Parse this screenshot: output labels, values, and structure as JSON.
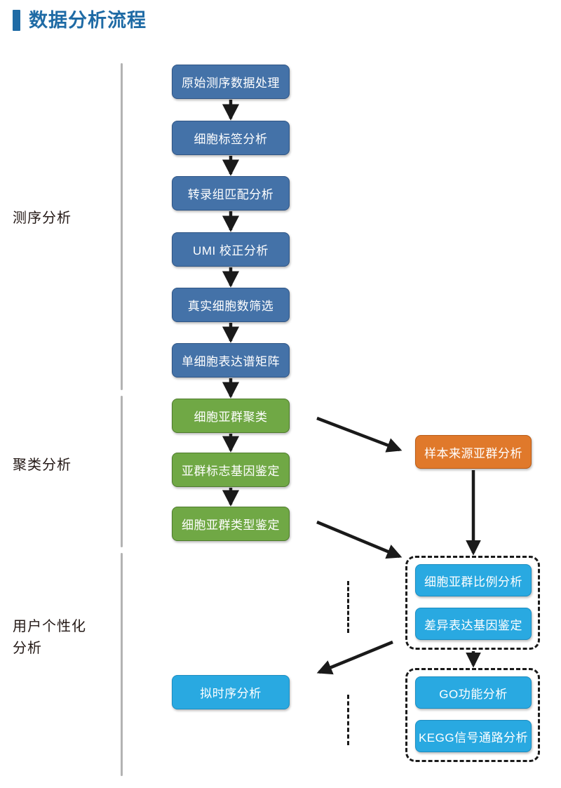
{
  "page": {
    "title": "数据分析流程",
    "accent_color": "#1F6BA5"
  },
  "colors": {
    "blue": "#4472A8",
    "green": "#70A845",
    "orange": "#E0792B",
    "cyan": "#29A9E1",
    "rule": "#B3B3B3",
    "text_dark": "#231815"
  },
  "sections": [
    {
      "label": "测序分析"
    },
    {
      "label": "聚类分析"
    },
    {
      "label": "用户个性化\n分析"
    }
  ],
  "flow": {
    "sequencing_steps": [
      {
        "label": "原始测序数据处理"
      },
      {
        "label": "细胞标签分析"
      },
      {
        "label": "转录组匹配分析"
      },
      {
        "label": "UMI 校正分析"
      },
      {
        "label": "真实细胞数筛选"
      },
      {
        "label": "单细胞表达谱矩阵"
      }
    ],
    "clustering_steps": [
      {
        "label": "细胞亚群聚类"
      },
      {
        "label": "亚群标志基因鉴定"
      },
      {
        "label": "细胞亚群类型鉴定"
      }
    ],
    "sample_source": {
      "label": "样本来源亚群分析"
    },
    "group_custom_1": {
      "items": [
        {
          "label": "细胞亚群比例分析"
        },
        {
          "label": "差异表达基因鉴定"
        }
      ]
    },
    "group_custom_2": {
      "items": [
        {
          "label": "GO功能分析"
        },
        {
          "label": "KEGG信号通路分析"
        }
      ]
    },
    "pseudotime": {
      "label": "拟时序分析"
    }
  }
}
